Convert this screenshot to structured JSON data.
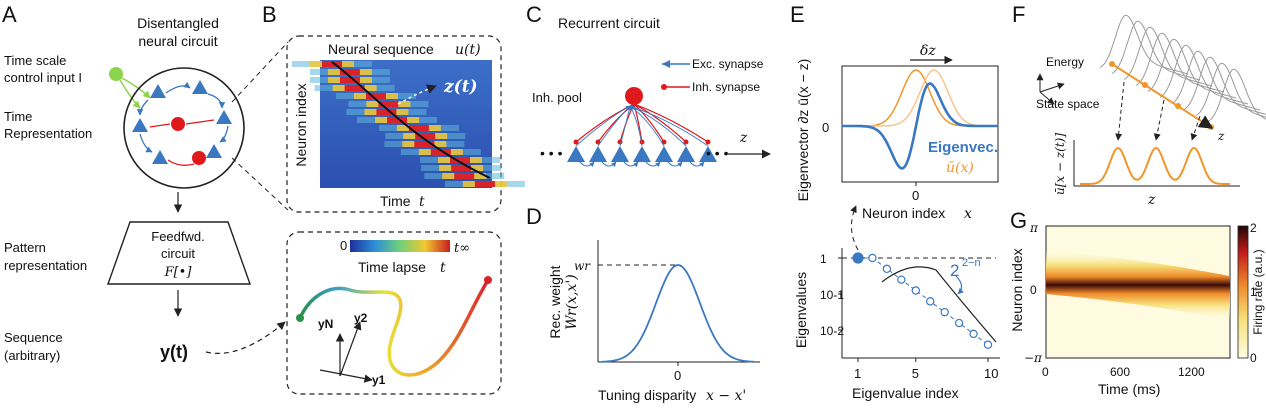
{
  "colors": {
    "blue": "#3a78c2",
    "red": "#e0191c",
    "green": "#8cd44b",
    "orange": "#f0962a",
    "lightorange": "#f6c58f",
    "gray": "#8a8a8a"
  },
  "panels": [
    "A",
    "B",
    "C",
    "D",
    "E",
    "F",
    "G"
  ],
  "A": {
    "title1": "Disentangled",
    "title2": "neural circuit",
    "input1": "Time scale",
    "input2": "control input I",
    "timerep1": "Time",
    "timerep2": "Representation",
    "pattern1": "Pattern",
    "pattern2": "representation",
    "ff1": "Feedfwd.",
    "ff2": "circuit",
    "ff3": "F[•]",
    "seq1": "Sequence",
    "seq2": "(arbitrary)",
    "y": "y(t)"
  },
  "B": {
    "title": "Neural sequence",
    "title_var": "u(t)",
    "ylabel": "Neuron index",
    "xlabel": "Time",
    "xlabel_var": "t",
    "z": "z(t)",
    "cbar_min": "0",
    "cbar_max": "t∞",
    "cbar_label": "Time lapse",
    "cbar_label_var": "t",
    "axis_yN": "yN",
    "axis_y2": "y2",
    "axis_y1": "y1"
  },
  "C": {
    "title": "Recurrent circuit",
    "legend_exc": "Exc. synapse",
    "legend_inh": "Inh. synapse",
    "inh_pool": "Inh. pool",
    "z": "z",
    "n_exc": 7
  },
  "D": {
    "ylabel1": "Rec. weight",
    "ylabel2": "Wr(x,x')",
    "wr": "wr",
    "xtick": "0",
    "xlabel": "Tuning disparity",
    "xlabel_var": "x − x'"
  },
  "E": {
    "dz": "δz",
    "ylabel": "Eigenvector ∂z ū(x − z)",
    "ytick": "0",
    "xtick": "0",
    "xlabel": "Neuron index",
    "xlabel_var": "x",
    "legend_eig": "Eigenvec.",
    "legend_u": "ū(x)",
    "ylabel2": "Eigenvalues",
    "xlabel2": "Eigenvalue index",
    "yticks2": [
      "1",
      "10-1",
      "10-2"
    ],
    "xticks2": [
      "1",
      "5",
      "10"
    ],
    "annot": "2",
    "annot_exp": "2−n",
    "eigen_index": [
      1,
      2,
      3,
      4,
      5,
      6,
      7,
      8,
      9,
      10
    ],
    "eigen_values": [
      1.0,
      1.0,
      0.5,
      0.25,
      0.125,
      0.0625,
      0.0313,
      0.0156,
      0.0078,
      0.0039
    ]
  },
  "F": {
    "energy": "Energy",
    "state": "State space",
    "z": "z",
    "ylabel": "ū[x − z(t)]",
    "xlabel": "z"
  },
  "G": {
    "ylabel": "Neuron index",
    "xlabel": "Time (ms)",
    "yticks": [
      "π",
      "0",
      "−π"
    ],
    "xticks": [
      "0",
      "600",
      "1200"
    ],
    "cbar_label": "Firing rate (a.u.)",
    "cbar_ticks": [
      "2",
      "1",
      "0"
    ]
  }
}
